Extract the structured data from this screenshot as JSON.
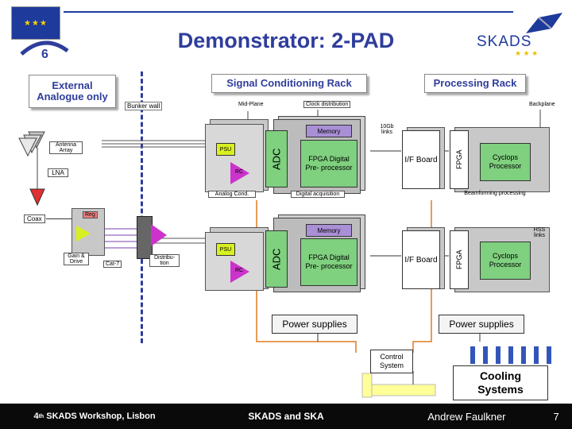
{
  "slide": {
    "title": "Demonstrator: 2-PAD",
    "logo_text": "SKADS",
    "external_label": "External Analogue only",
    "signal_rack_label": "Signal Conditioning Rack",
    "processing_rack_label": "Processing Rack",
    "bunker_wall": "Bunker wall",
    "mid_plane": "Mid-Plane",
    "clock_distribution": "Clock distribution",
    "backplane": "Backplane",
    "antenna_array": "Antenna Array",
    "lna": "LNA",
    "coax": "Coax",
    "reg": "Reg",
    "gain_drive": "Gain & Drive",
    "cat7": "Cat-7",
    "distribution": "Distribu- tion",
    "links_10gb": "10Gb links",
    "hss_links": "HSS links",
    "analog_cond": "Analog Cond.",
    "digital_acquisition": "Digital acquisition",
    "beamforming_processing": "Beamforming processing",
    "control_system": "Control System",
    "cooling_systems": "Cooling Systems",
    "power_supplies_left": "Power supplies",
    "power_supplies_right": "Power supplies",
    "upper": {
      "memory": "Memory",
      "psu": "PSU",
      "rc": "RC",
      "adc": "ADC",
      "fpga_pre": "FPGA Digital Pre- processor",
      "if_board": "I/F Board",
      "fpga": "FPGA",
      "cyclops": "Cyclops Processor"
    },
    "lower": {
      "memory": "Memory",
      "psu": "PSU",
      "rc": "RC",
      "adc": "ADC",
      "fpga_pre": "FPGA Digital Pre- processor",
      "if_board": "I/F Board",
      "fpga": "FPGA",
      "cyclops": "Cyclops Processor"
    }
  },
  "footer": {
    "left_prefix": "4",
    "left_sup": "th",
    "left_rest": " SKADS Workshop, Lisbon",
    "center": "SKADS and SKA",
    "right": "Andrew Faulkner",
    "page_number": "7"
  },
  "colors": {
    "title_blue": "#2f3d9c",
    "board_green": "#7fd07f",
    "control_yellow": "#ffff99",
    "memory_purple": "#a98fd6",
    "signal_orange": "#e07a20"
  }
}
